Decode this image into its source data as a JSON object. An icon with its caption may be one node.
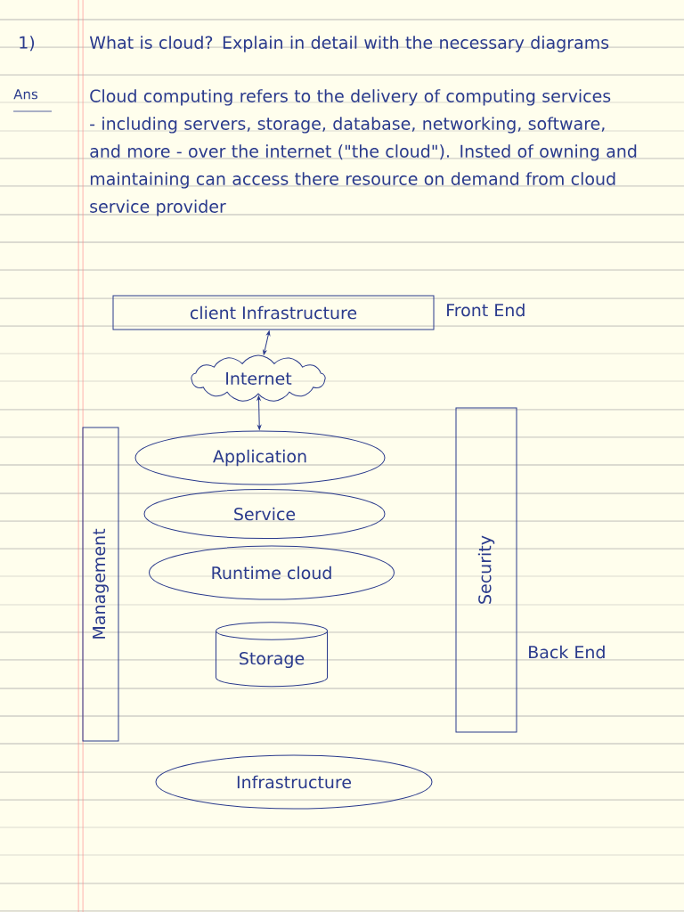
{
  "diagram": {
    "nodes": [
      {
        "text": [
          "client Infrastructure"
        ],
        "beside": [
          "Front End"
        ]
      },
      {
        "text": [
          "Internet"
        ]
      },
      {
        "text": [
          "Management"
        ]
      },
      {
        "text": [
          "Application"
        ]
      },
      {
        "text": [
          "Service"
        ]
      },
      {
        "text": [
          "Runtime cloud"
        ]
      },
      {
        "text": [
          "Storage"
        ]
      },
      {
        "text": [
          "Security"
        ],
        "beside": [
          "Back End"
        ]
      },
      {
        "text": [
          "Infrastructure"
        ]
      }
    ],
    "edges": [
      {
        "from": 0,
        "to": 1,
        "arrow": "both"
      },
      {
        "from": 1,
        "to": 3,
        "arrow": "both"
      }
    ],
    "labels": [
      "1)",
      "What is cloud? Explain in detail with the necessary diagrams",
      "Ans",
      "Cloud computing refers to the delivery of computing services - including servers, storage, database, networking, software, and more - over the internet (\"the cloud\"). Insted of owning and maintaining can access there resource on demand from cloud service provider"
    ]
  }
}
